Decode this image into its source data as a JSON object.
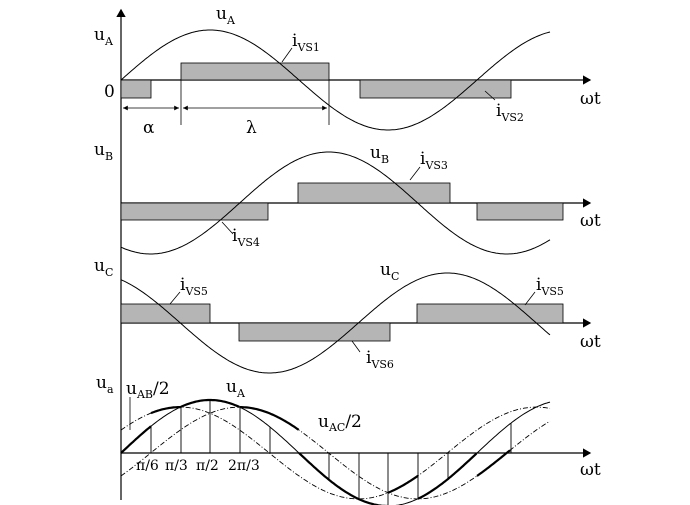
{
  "panels": [
    {
      "key": "A",
      "axis_label": "u",
      "axis_sub": "A",
      "zero_label": "0",
      "wave_label": "u",
      "wave_sub": "A",
      "current_labels": [
        {
          "main": "i",
          "sub": "VS1"
        },
        {
          "main": "i",
          "sub": "VS2"
        }
      ],
      "alpha_label": "α",
      "lambda_label": "λ"
    },
    {
      "key": "B",
      "axis_label": "u",
      "axis_sub": "B",
      "wave_label": "u",
      "wave_sub": "B",
      "current_labels": [
        {
          "main": "i",
          "sub": "VS3"
        },
        {
          "main": "i",
          "sub": "VS4"
        }
      ]
    },
    {
      "key": "C",
      "axis_label": "u",
      "axis_sub": "C",
      "wave_label": "u",
      "wave_sub": "C",
      "current_labels": [
        {
          "main": "i",
          "sub": "VS5"
        },
        {
          "main": "i",
          "sub": "VS5"
        },
        {
          "main": "i",
          "sub": "VS6"
        }
      ]
    },
    {
      "key": "a",
      "axis_label": "u",
      "axis_sub": "a",
      "wave_label": "u",
      "wave_sub": "A",
      "labels": [
        {
          "main": "u",
          "sub": "AB",
          "suffix": "/2"
        },
        {
          "main": "u",
          "sub": "AC",
          "suffix": "/2"
        }
      ],
      "ticks": [
        "π/6",
        "π/3",
        "π/2",
        "2π/3"
      ]
    }
  ],
  "time_label": "ωt"
}
